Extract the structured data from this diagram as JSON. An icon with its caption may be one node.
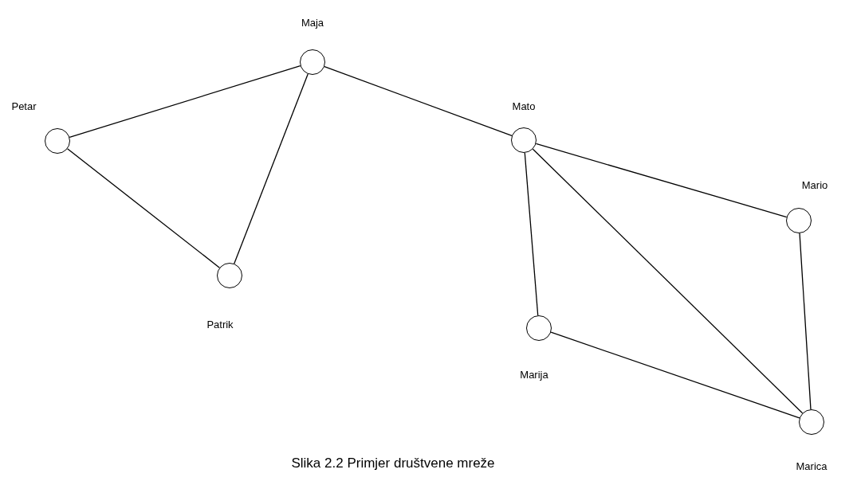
{
  "diagram": {
    "caption": "Slika 2.2 Primjer društvene mreže",
    "nodes": [
      {
        "text": [],
        "shape": "circle",
        "beside": [
          "Maja"
        ]
      },
      {
        "text": [],
        "shape": "circle",
        "beside": [
          "Petar"
        ]
      },
      {
        "text": [],
        "shape": "circle",
        "beside": [
          "Mato"
        ]
      },
      {
        "text": [],
        "shape": "circle",
        "beside": [
          "Mario"
        ]
      },
      {
        "text": [],
        "shape": "circle",
        "beside": [
          "Patrik"
        ]
      },
      {
        "text": [],
        "shape": "circle",
        "beside": [
          "Marija"
        ]
      },
      {
        "text": [],
        "shape": "circle",
        "beside": [
          "Marica"
        ]
      }
    ],
    "edges": [
      {
        "from": 1,
        "to": 0,
        "arrow": "none"
      },
      {
        "from": 0,
        "to": 4,
        "arrow": "none"
      },
      {
        "from": 1,
        "to": 4,
        "arrow": "none"
      },
      {
        "from": 0,
        "to": 2,
        "arrow": "none"
      },
      {
        "from": 2,
        "to": 3,
        "arrow": "none"
      },
      {
        "from": 2,
        "to": 5,
        "arrow": "none"
      },
      {
        "from": 2,
        "to": 6,
        "arrow": "none"
      },
      {
        "from": 3,
        "to": 6,
        "arrow": "none"
      },
      {
        "from": 5,
        "to": 6,
        "arrow": "none"
      }
    ]
  }
}
